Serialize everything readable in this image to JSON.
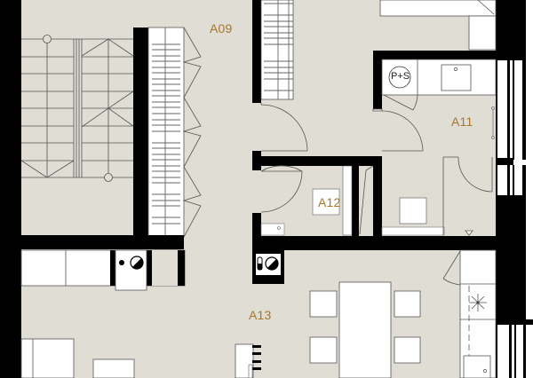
{
  "plan": {
    "type": "apartment floor plan (partial)",
    "colors": {
      "floor": "#e0ddd4",
      "wall": "#000000",
      "fixture": "#ffffff",
      "line": "#555555",
      "label": "#a8762a"
    },
    "rooms": [
      {
        "id": "A09",
        "label": "A09",
        "description": "stair hall / corridor"
      },
      {
        "id": "A11",
        "label": "A11",
        "description": "bathroom"
      },
      {
        "id": "A12",
        "label": "A12",
        "description": "storage / closet"
      },
      {
        "id": "A13",
        "label": "A13",
        "description": "kitchen / dining"
      }
    ],
    "symbols": [
      {
        "id": "washer-dryer",
        "label": "P+S"
      },
      {
        "id": "stove",
        "label": ""
      },
      {
        "id": "cooktop-star",
        "label": ""
      }
    ]
  }
}
